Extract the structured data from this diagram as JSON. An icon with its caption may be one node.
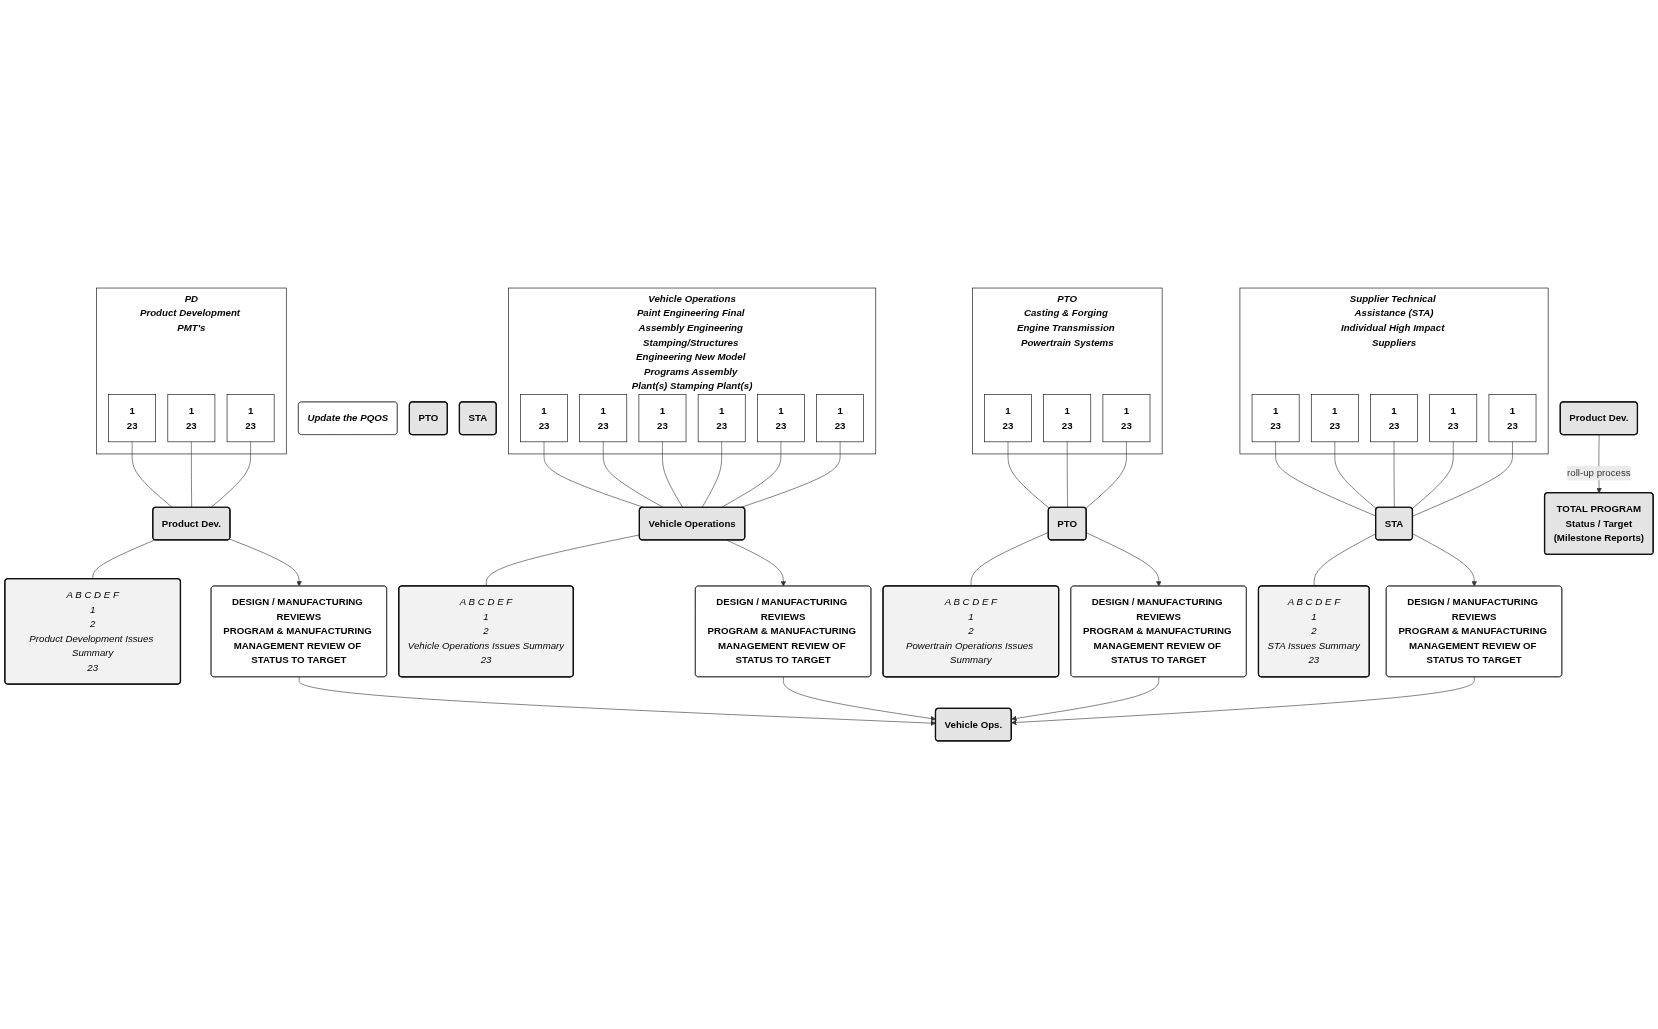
{
  "diagram": {
    "nodes": [
      {
        "text": [
          "PD",
          "Product Development PMT's"
        ]
      },
      {
        "text": [
          "1",
          "23"
        ],
        "in": 0
      },
      {
        "text": [
          "1",
          "23"
        ],
        "in": 0
      },
      {
        "text": [
          "1",
          "23"
        ],
        "in": 0
      },
      {
        "text": [
          "Product Dev."
        ]
      },
      {
        "text": [
          "A B C D E F",
          "1",
          "2",
          "Product Development Issues Summary",
          "23"
        ]
      },
      {
        "text": [
          "DESIGN / MANUFACTURING REVIEWS",
          "PROGRAM & MANUFACTURING MANAGEMENT REVIEW OF STATUS TO TARGET"
        ]
      },
      {
        "text": [
          "Vehicle Operations",
          "Paint Engineering Final Assembly Engineering Stamping/Structures Engineering New Model Programs Assembly Plant(s) Stamping Plant(s)"
        ]
      },
      {
        "text": [
          "1",
          "23"
        ],
        "in": 7
      },
      {
        "text": [
          "1",
          "23"
        ],
        "in": 7
      },
      {
        "text": [
          "1",
          "23"
        ],
        "in": 7
      },
      {
        "text": [
          "1",
          "23"
        ],
        "in": 7
      },
      {
        "text": [
          "1",
          "23"
        ],
        "in": 7
      },
      {
        "text": [
          "1",
          "23"
        ],
        "in": 7
      },
      {
        "text": [
          "Vehicle Operations"
        ]
      },
      {
        "text": [
          "A B C D E F",
          "1",
          "2",
          "Vehicle Operations Issues Summary",
          "23"
        ]
      },
      {
        "text": [
          "DESIGN / MANUFACTURING REVIEWS",
          "PROGRAM & MANUFACTURING MANAGEMENT REVIEW OF STATUS TO TARGET"
        ]
      },
      {
        "text": [
          "PTO",
          "Casting & Forging Engine Transmission Powertrain Systems"
        ]
      },
      {
        "text": [
          "1",
          "23"
        ],
        "in": 17
      },
      {
        "text": [
          "1",
          "23"
        ],
        "in": 17
      },
      {
        "text": [
          "1",
          "23"
        ],
        "in": 17
      },
      {
        "text": [
          "PTO"
        ]
      },
      {
        "text": [
          "A B C D E F",
          "1",
          "2",
          "Powertrain Operations Issues Summary"
        ]
      },
      {
        "text": [
          "DESIGN / MANUFACTURING REVIEWS",
          "PROGRAM & MANUFACTURING MANAGEMENT REVIEW OF STATUS TO TARGET"
        ]
      },
      {
        "text": [
          "Supplier Technical Assistance (STA)",
          "Individual High Impact Suppliers"
        ]
      },
      {
        "text": [
          "1",
          "23"
        ],
        "in": 24
      },
      {
        "text": [
          "1",
          "23"
        ],
        "in": 24
      },
      {
        "text": [
          "1",
          "23"
        ],
        "in": 24
      },
      {
        "text": [
          "1",
          "23"
        ],
        "in": 24
      },
      {
        "text": [
          "1",
          "23"
        ],
        "in": 24
      },
      {
        "text": [
          "STA"
        ]
      },
      {
        "text": [
          "A B C D E F",
          "1",
          "2",
          "STA Issues Summary",
          "23"
        ]
      },
      {
        "text": [
          "DESIGN / MANUFACTURING REVIEWS",
          "PROGRAM & MANUFACTURING MANAGEMENT REVIEW OF STATUS TO TARGET"
        ]
      },
      {
        "text": [
          "Update the PQOS"
        ]
      },
      {
        "text": [
          "Vehicle Ops."
        ]
      },
      {
        "text": [
          "PTO"
        ]
      },
      {
        "text": [
          "STA"
        ]
      },
      {
        "text": [
          "Product Dev."
        ]
      },
      {
        "text": [
          "TOTAL PROGRAM",
          "Status / Target",
          "(Milestone Reports)"
        ]
      }
    ],
    "edges": [
      {
        "from": 1,
        "to": 4,
        "arrow": "none"
      },
      {
        "from": 2,
        "to": 4,
        "arrow": "none"
      },
      {
        "from": 3,
        "to": 4,
        "arrow": "none"
      },
      {
        "from": 4,
        "to": 5,
        "arrow": "none"
      },
      {
        "from": 4,
        "to": 6,
        "arrow": "to"
      },
      {
        "from": 8,
        "to": 14,
        "arrow": "none"
      },
      {
        "from": 9,
        "to": 14,
        "arrow": "none"
      },
      {
        "from": 10,
        "to": 14,
        "arrow": "none"
      },
      {
        "from": 11,
        "to": 14,
        "arrow": "none"
      },
      {
        "from": 12,
        "to": 14,
        "arrow": "none"
      },
      {
        "from": 13,
        "to": 14,
        "arrow": "none"
      },
      {
        "from": 14,
        "to": 15,
        "arrow": "none"
      },
      {
        "from": 14,
        "to": 16,
        "arrow": "to"
      },
      {
        "from": 18,
        "to": 21,
        "arrow": "none"
      },
      {
        "from": 19,
        "to": 21,
        "arrow": "none"
      },
      {
        "from": 20,
        "to": 21,
        "arrow": "none"
      },
      {
        "from": 21,
        "to": 22,
        "arrow": "none"
      },
      {
        "from": 21,
        "to": 23,
        "arrow": "to"
      },
      {
        "from": 25,
        "to": 30,
        "arrow": "none"
      },
      {
        "from": 26,
        "to": 30,
        "arrow": "none"
      },
      {
        "from": 27,
        "to": 30,
        "arrow": "none"
      },
      {
        "from": 28,
        "to": 30,
        "arrow": "none"
      },
      {
        "from": 29,
        "to": 30,
        "arrow": "none"
      },
      {
        "from": 30,
        "to": 31,
        "arrow": "none"
      },
      {
        "from": 30,
        "to": 32,
        "arrow": "to"
      },
      {
        "from": 6,
        "to": 34,
        "arrow": "to"
      },
      {
        "from": 16,
        "to": 34,
        "arrow": "to"
      },
      {
        "from": 23,
        "to": 34,
        "arrow": "to"
      },
      {
        "from": 32,
        "to": 34,
        "arrow": "to"
      },
      {
        "from": 37,
        "to": 38,
        "label": "roll-up process",
        "arrow": "to"
      }
    ]
  }
}
